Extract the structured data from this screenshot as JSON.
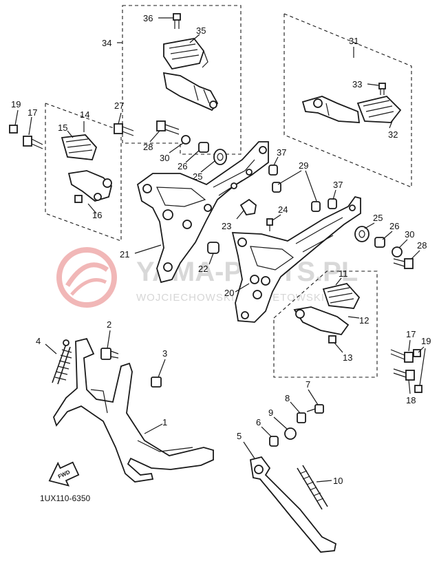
{
  "diagram_code": "1UX110-6350",
  "fwd_label": "FWD",
  "watermark": {
    "main": "YAMA-PARTS.PL",
    "sub": "WOJCIECHOWSKI & REPETOWSKI"
  },
  "callouts": [
    "1",
    "2",
    "3",
    "4",
    "5",
    "6",
    "7",
    "8",
    "9",
    "10",
    "11",
    "12",
    "13",
    "14",
    "15",
    "16",
    "17",
    "18",
    "19",
    "20",
    "21",
    "22",
    "23",
    "24",
    "25",
    "26",
    "27",
    "28",
    "29",
    "30",
    "31",
    "32",
    "33",
    "34",
    "35",
    "36",
    "37"
  ]
}
